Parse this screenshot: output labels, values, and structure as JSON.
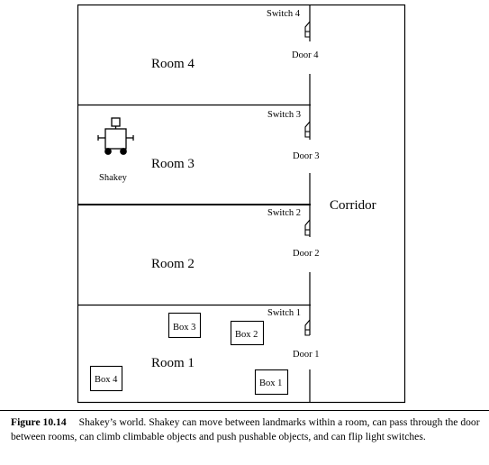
{
  "rooms": [
    {
      "id": "room-4",
      "label": "Room 4"
    },
    {
      "id": "room-3",
      "label": "Room 3"
    },
    {
      "id": "room-2",
      "label": "Room 2"
    },
    {
      "id": "room-1",
      "label": "Room 1"
    }
  ],
  "corridor_label": "Corridor",
  "switches": [
    "Switch 4",
    "Switch 3",
    "Switch 2",
    "Switch 1"
  ],
  "doors": [
    "Door 4",
    "Door 3",
    "Door 2",
    "Door 1"
  ],
  "boxes": [
    "Box 3",
    "Box 2",
    "Box 4",
    "Box 1"
  ],
  "robot_label": "Shakey",
  "caption": {
    "figure": "Figure 10.14",
    "text": "Shakey’s world. Shakey can move between landmarks within a room, can pass through the door between rooms, can climb climbable objects and push pushable objects, and can flip light switches."
  }
}
